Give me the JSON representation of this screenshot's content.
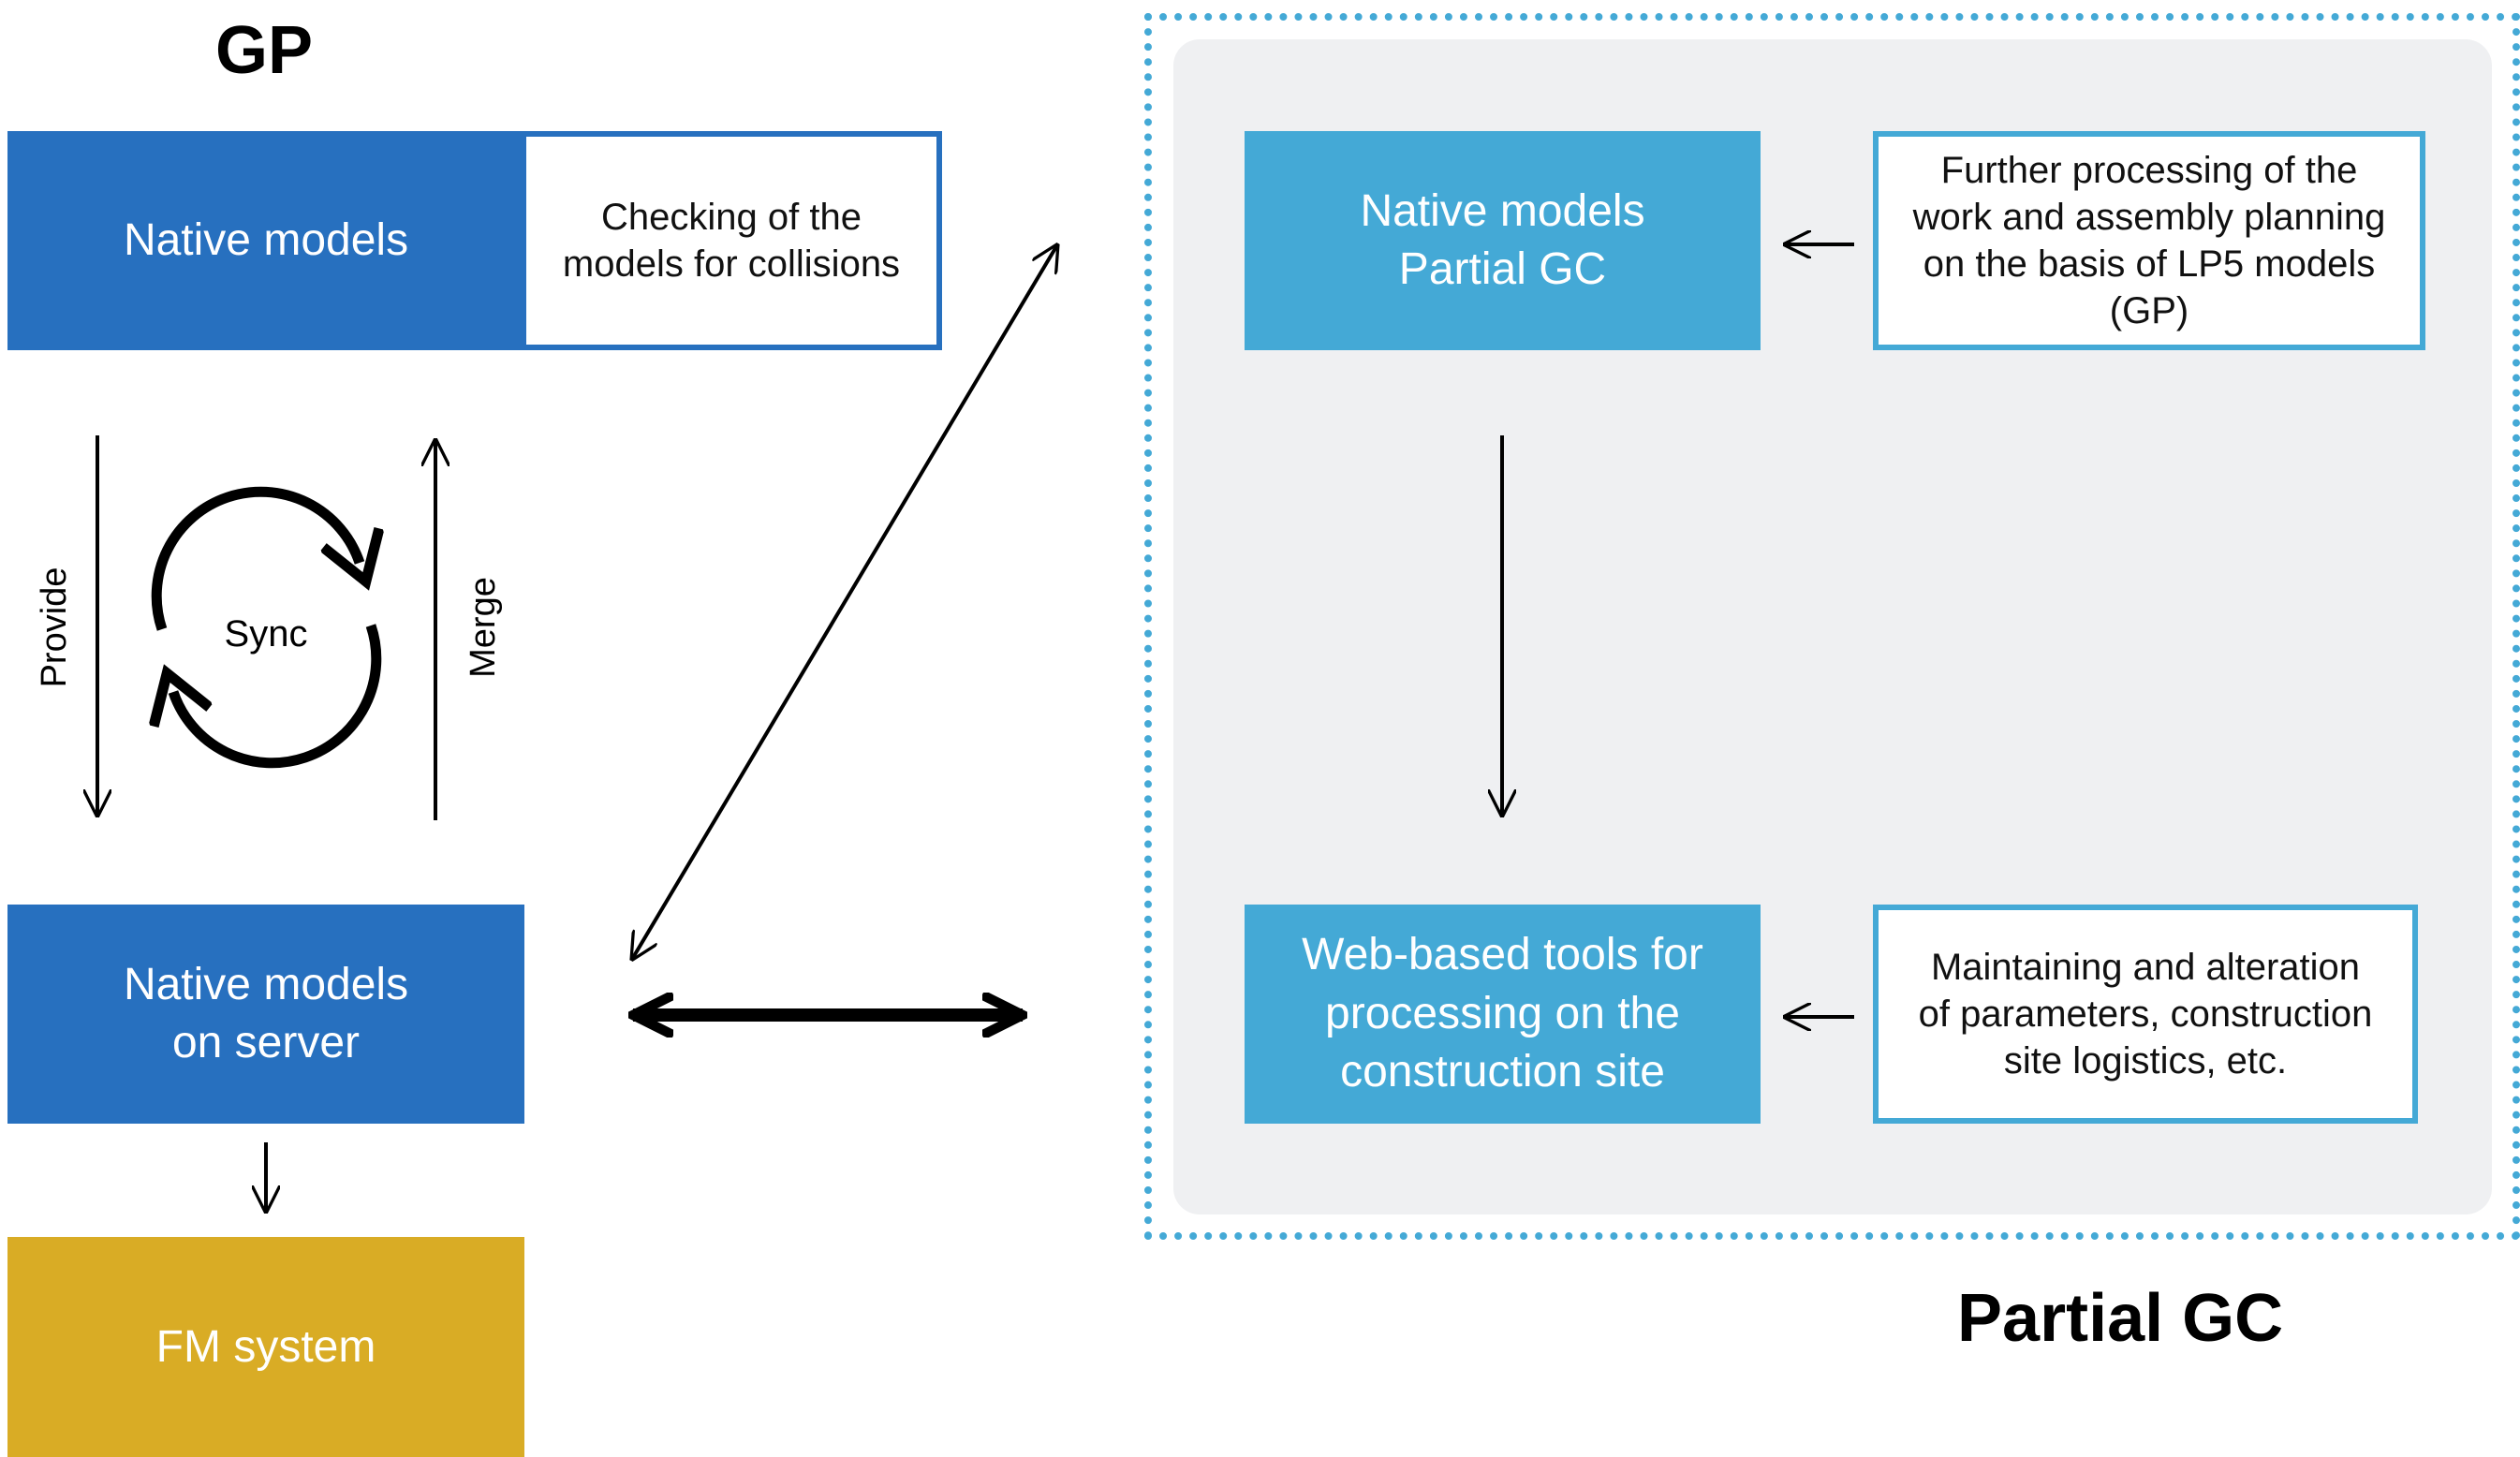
{
  "gp_title": "GP",
  "partial_gc_title": "Partial GC",
  "nodes": {
    "native_models": "Native models",
    "collision_check": "Checking of the\nmodels for collisions",
    "native_models_server": "Native models\non server",
    "fm_system": "FM system",
    "native_models_partial_gc": "Native models\nPartial GC",
    "further_processing": "Further processing of the\nwork and assembly planning\non the basis of LP5 models\n(GP)",
    "web_tools": "Web-based tools for\nprocessing on the\nconstruction site",
    "maintaining": "Maintaining and alteration\nof parameters, construction\nsite logistics, etc."
  },
  "labels": {
    "provide": "Provide",
    "merge": "Merge",
    "sync": "Sync"
  },
  "colors": {
    "dark_blue": "#2770bf",
    "light_blue": "#44a9d6",
    "gold": "#d9ac25",
    "panel_gray": "#eff0f2",
    "dotted_border": "#44a9d6"
  },
  "icons": {
    "sync": "sync-cycle-arrows-icon"
  }
}
